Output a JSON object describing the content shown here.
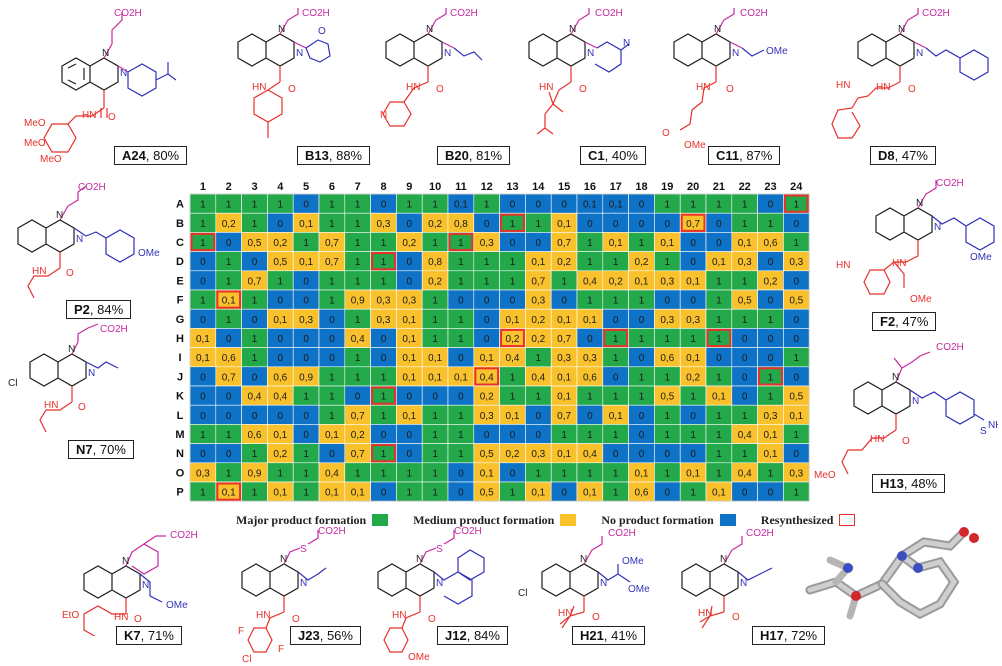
{
  "colors": {
    "major": "#23a84a",
    "medium": "#f9c12c",
    "none": "#0e72c6",
    "resynth": "#e8302a",
    "scaffold": "#1f1f1f",
    "acid": "#c52aa0",
    "amine": "#e8302a",
    "isocyanide": "#3131b7"
  },
  "structures": [
    {
      "id": "A24",
      "yield": "80%",
      "acid": "CO2H",
      "amine_group": "MeO",
      "substituent": ""
    },
    {
      "id": "B13",
      "yield": "88%",
      "acid": "CO2H",
      "amine_group": "",
      "substituent": ""
    },
    {
      "id": "B20",
      "yield": "81%",
      "acid": "CO2H",
      "amine_group": "N",
      "substituent": ""
    },
    {
      "id": "C1",
      "yield": "40%",
      "acid": "CO2H",
      "amine_group": "",
      "substituent": "N"
    },
    {
      "id": "C11",
      "yield": "87%",
      "acid": "CO2H",
      "amine_group": "OMe",
      "substituent": "OMe"
    },
    {
      "id": "D8",
      "yield": "47%",
      "acid": "CO2H",
      "amine_group": "HN",
      "substituent": ""
    },
    {
      "id": "P2",
      "yield": "84%",
      "acid": "CO2H",
      "amine_group": "",
      "substituent": "OMe"
    },
    {
      "id": "F2",
      "yield": "47%",
      "acid": "CO2H",
      "amine_group": "OMe",
      "substituent": "OMe"
    },
    {
      "id": "N7",
      "yield": "70%",
      "acid": "CO2H",
      "amine_group": "",
      "substituent": "Cl"
    },
    {
      "id": "H13",
      "yield": "48%",
      "acid": "CO2H",
      "amine_group": "MeO",
      "substituent": "NH"
    },
    {
      "id": "K7",
      "yield": "71%",
      "acid": "CO2H",
      "amine_group": "EtO",
      "substituent": "OMe"
    },
    {
      "id": "J23",
      "yield": "56%",
      "acid": "CO2H",
      "amine_group": "F",
      "substituent": "Cl"
    },
    {
      "id": "J12",
      "yield": "84%",
      "acid": "CO2H",
      "amine_group": "OMe",
      "substituent": ""
    },
    {
      "id": "H21",
      "yield": "41%",
      "acid": "CO2H",
      "amine_group": "OMe",
      "substituent": "Cl"
    },
    {
      "id": "H17",
      "yield": "72%",
      "acid": "CO2H",
      "amine_group": "",
      "substituent": ""
    }
  ],
  "atom_labels": {
    "N": "N",
    "HN": "HN",
    "H": "H",
    "O": "O",
    "S": "S",
    "NH": "NH",
    "O_S_O": "S"
  },
  "chart_data": {
    "type": "heatmap",
    "columns": [
      "1",
      "2",
      "3",
      "4",
      "5",
      "6",
      "7",
      "8",
      "9",
      "10",
      "11",
      "12",
      "13",
      "14",
      "15",
      "16",
      "17",
      "18",
      "19",
      "20",
      "21",
      "22",
      "23",
      "24"
    ],
    "rows": [
      "A",
      "B",
      "C",
      "D",
      "E",
      "F",
      "G",
      "H",
      "I",
      "J",
      "K",
      "L",
      "M",
      "N",
      "O",
      "P"
    ],
    "values": [
      [
        "1",
        "1",
        "1",
        "1",
        "0",
        "1",
        "1",
        "0",
        "1",
        "1",
        "0,1",
        "1",
        "0",
        "0",
        "0",
        "0,1",
        "0,1",
        "0",
        "1",
        "1",
        "1",
        "1",
        "0",
        "1"
      ],
      [
        "1",
        "0,2",
        "1",
        "0",
        "0,1",
        "1",
        "1",
        "0,3",
        "0",
        "0,2",
        "0,8",
        "0",
        "1",
        "1",
        "0,1",
        "0",
        "0",
        "0",
        "0",
        "0,7",
        "0",
        "1",
        "1",
        "0"
      ],
      [
        "1",
        "0",
        "0,5",
        "0,2",
        "1",
        "0,7",
        "1",
        "1",
        "0,2",
        "1",
        "1",
        "0,3",
        "0",
        "0",
        "0,7",
        "1",
        "0,1",
        "1",
        "0,1",
        "0",
        "0",
        "0,1",
        "0,6",
        "1"
      ],
      [
        "0",
        "1",
        "0",
        "0,5",
        "0,1",
        "0,7",
        "1",
        "1",
        "0",
        "0,8",
        "1",
        "1",
        "1",
        "0,1",
        "0,2",
        "1",
        "1",
        "0,2",
        "1",
        "0",
        "0,1",
        "0,3",
        "0",
        "0,3"
      ],
      [
        "0",
        "1",
        "0,7",
        "1",
        "0",
        "1",
        "1",
        "1",
        "0",
        "0,2",
        "1",
        "1",
        "1",
        "0,7",
        "1",
        "0,4",
        "0,2",
        "0,1",
        "0,3",
        "0,1",
        "1",
        "1",
        "0,2",
        "0"
      ],
      [
        "1",
        "0,1",
        "1",
        "0",
        "0",
        "1",
        "0,9",
        "0,3",
        "0,3",
        "1",
        "0",
        "0",
        "0",
        "0,3",
        "0",
        "1",
        "1",
        "1",
        "0",
        "0",
        "1",
        "0,5",
        "0",
        "0,5"
      ],
      [
        "0",
        "1",
        "0",
        "0,1",
        "0,3",
        "0",
        "1",
        "0,3",
        "0,1",
        "1",
        "1",
        "0",
        "0,1",
        "0,2",
        "0,1",
        "0,1",
        "0",
        "0",
        "0,3",
        "0,3",
        "1",
        "1",
        "1",
        "0"
      ],
      [
        "0,1",
        "0",
        "1",
        "0",
        "0",
        "0",
        "0,4",
        "0",
        "0,1",
        "1",
        "1",
        "0",
        "0,2",
        "0,2",
        "0,7",
        "0",
        "1",
        "1",
        "1",
        "1",
        "1",
        "0",
        "0",
        "0"
      ],
      [
        "0,1",
        "0,6",
        "1",
        "0",
        "0",
        "0",
        "1",
        "0",
        "0,1",
        "0,1",
        "0",
        "0,1",
        "0,4",
        "1",
        "0,3",
        "0,3",
        "1",
        "0",
        "0,6",
        "0,1",
        "0",
        "0",
        "0",
        "1"
      ],
      [
        "0",
        "0,7",
        "0",
        "0,6",
        "0,9",
        "1",
        "1",
        "1",
        "0,1",
        "0,1",
        "0,1",
        "0,4",
        "1",
        "0,4",
        "0,1",
        "0,6",
        "0",
        "1",
        "1",
        "0,2",
        "1",
        "0",
        "1",
        "0"
      ],
      [
        "0",
        "0",
        "0,4",
        "0,4",
        "1",
        "1",
        "0",
        "1",
        "0",
        "0",
        "0",
        "0,2",
        "1",
        "1",
        "0,1",
        "1",
        "1",
        "1",
        "0,5",
        "1",
        "0,1",
        "0",
        "1",
        "0,5"
      ],
      [
        "0",
        "0",
        "0",
        "0",
        "0",
        "1",
        "0,7",
        "1",
        "0,1",
        "1",
        "1",
        "0,3",
        "0,1",
        "0",
        "0,7",
        "0",
        "0,1",
        "0",
        "1",
        "0",
        "1",
        "1",
        "0,3",
        "0,1"
      ],
      [
        "1",
        "1",
        "0,6",
        "0,1",
        "0",
        "0,1",
        "0,2",
        "0",
        "0",
        "1",
        "1",
        "0",
        "0",
        "0",
        "1",
        "1",
        "1",
        "0",
        "1",
        "1",
        "1",
        "0,4",
        "0,1",
        "1"
      ],
      [
        "0",
        "0",
        "1",
        "0,2",
        "1",
        "0",
        "0,7",
        "1",
        "0",
        "1",
        "1",
        "0,5",
        "0,2",
        "0,3",
        "0,1",
        "0,4",
        "0",
        "0",
        "0",
        "0",
        "1",
        "1",
        "0,1",
        "0"
      ],
      [
        "0,3",
        "1",
        "0,9",
        "1",
        "1",
        "0,4",
        "1",
        "1",
        "1",
        "1",
        "0",
        "0,1",
        "0",
        "1",
        "1",
        "1",
        "1",
        "0,1",
        "1",
        "0,1",
        "1",
        "0,4",
        "1",
        "0,3"
      ],
      [
        "1",
        "0,1",
        "1",
        "0,1",
        "1",
        "0,1",
        "0,1",
        "0",
        "1",
        "1",
        "0",
        "0,5",
        "1",
        "0,1",
        "0",
        "0,1",
        "1",
        "0,6",
        "0",
        "1",
        "0,1",
        "0",
        "0",
        "1"
      ]
    ],
    "categories": [
      [
        "M",
        "M",
        "M",
        "M",
        "N",
        "M",
        "M",
        "N",
        "M",
        "M",
        "N",
        "M",
        "N",
        "N",
        "N",
        "N",
        "N",
        "N",
        "M",
        "M",
        "M",
        "M",
        "N",
        "M"
      ],
      [
        "M",
        "O",
        "M",
        "N",
        "O",
        "M",
        "M",
        "O",
        "N",
        "O",
        "O",
        "N",
        "M",
        "M",
        "O",
        "N",
        "N",
        "N",
        "N",
        "O",
        "N",
        "M",
        "M",
        "N"
      ],
      [
        "M",
        "N",
        "O",
        "O",
        "M",
        "O",
        "M",
        "M",
        "O",
        "M",
        "M",
        "O",
        "N",
        "N",
        "O",
        "M",
        "O",
        "M",
        "O",
        "N",
        "N",
        "O",
        "O",
        "M"
      ],
      [
        "N",
        "M",
        "N",
        "O",
        "O",
        "O",
        "M",
        "M",
        "N",
        "O",
        "M",
        "M",
        "M",
        "O",
        "O",
        "M",
        "M",
        "O",
        "M",
        "N",
        "O",
        "O",
        "N",
        "O"
      ],
      [
        "N",
        "M",
        "O",
        "M",
        "N",
        "M",
        "M",
        "M",
        "N",
        "O",
        "M",
        "M",
        "M",
        "O",
        "M",
        "O",
        "O",
        "O",
        "O",
        "O",
        "M",
        "M",
        "O",
        "N"
      ],
      [
        "M",
        "O",
        "M",
        "N",
        "N",
        "M",
        "O",
        "O",
        "O",
        "M",
        "N",
        "N",
        "N",
        "O",
        "N",
        "M",
        "M",
        "M",
        "N",
        "N",
        "M",
        "O",
        "N",
        "O"
      ],
      [
        "N",
        "M",
        "N",
        "O",
        "O",
        "N",
        "M",
        "O",
        "O",
        "M",
        "M",
        "N",
        "O",
        "O",
        "O",
        "O",
        "N",
        "N",
        "O",
        "O",
        "M",
        "M",
        "M",
        "N"
      ],
      [
        "O",
        "N",
        "M",
        "N",
        "N",
        "N",
        "O",
        "N",
        "O",
        "M",
        "M",
        "N",
        "O",
        "O",
        "O",
        "N",
        "M",
        "M",
        "M",
        "M",
        "M",
        "N",
        "N",
        "N"
      ],
      [
        "O",
        "O",
        "M",
        "N",
        "N",
        "N",
        "M",
        "N",
        "O",
        "O",
        "N",
        "O",
        "O",
        "M",
        "O",
        "O",
        "M",
        "N",
        "O",
        "O",
        "N",
        "N",
        "N",
        "M"
      ],
      [
        "N",
        "O",
        "N",
        "O",
        "O",
        "M",
        "M",
        "M",
        "O",
        "O",
        "O",
        "O",
        "M",
        "O",
        "O",
        "O",
        "N",
        "M",
        "M",
        "O",
        "M",
        "N",
        "M",
        "N"
      ],
      [
        "N",
        "N",
        "O",
        "O",
        "M",
        "M",
        "N",
        "M",
        "N",
        "N",
        "N",
        "O",
        "M",
        "M",
        "O",
        "M",
        "M",
        "M",
        "O",
        "M",
        "O",
        "N",
        "M",
        "O"
      ],
      [
        "N",
        "N",
        "N",
        "N",
        "N",
        "M",
        "O",
        "M",
        "O",
        "M",
        "M",
        "O",
        "O",
        "N",
        "O",
        "N",
        "O",
        "N",
        "M",
        "N",
        "M",
        "M",
        "O",
        "O"
      ],
      [
        "M",
        "M",
        "O",
        "O",
        "N",
        "O",
        "O",
        "N",
        "N",
        "M",
        "M",
        "N",
        "N",
        "N",
        "M",
        "M",
        "M",
        "N",
        "M",
        "M",
        "M",
        "O",
        "O",
        "M"
      ],
      [
        "N",
        "N",
        "M",
        "O",
        "M",
        "N",
        "O",
        "M",
        "N",
        "M",
        "M",
        "O",
        "O",
        "O",
        "O",
        "O",
        "N",
        "N",
        "N",
        "N",
        "M",
        "M",
        "O",
        "N"
      ],
      [
        "O",
        "M",
        "O",
        "M",
        "M",
        "O",
        "M",
        "M",
        "M",
        "M",
        "N",
        "O",
        "N",
        "M",
        "M",
        "M",
        "M",
        "O",
        "M",
        "O",
        "M",
        "O",
        "M",
        "O"
      ],
      [
        "M",
        "O",
        "M",
        "O",
        "M",
        "O",
        "O",
        "N",
        "M",
        "M",
        "N",
        "O",
        "M",
        "O",
        "N",
        "O",
        "M",
        "O",
        "N",
        "M",
        "O",
        "N",
        "N",
        "M"
      ]
    ],
    "resynthesized": [
      [
        0,
        23
      ],
      [
        1,
        12
      ],
      [
        1,
        19
      ],
      [
        2,
        0
      ],
      [
        2,
        10
      ],
      [
        3,
        7
      ],
      [
        5,
        1
      ],
      [
        7,
        12
      ],
      [
        7,
        16
      ],
      [
        7,
        20
      ],
      [
        9,
        11
      ],
      [
        9,
        22
      ],
      [
        10,
        7
      ],
      [
        13,
        7
      ],
      [
        15,
        1
      ]
    ],
    "legend": [
      {
        "label": "Major product formation",
        "key": "major"
      },
      {
        "label": "Medium product formation",
        "key": "medium"
      },
      {
        "label": "No product formation",
        "key": "none"
      },
      {
        "label": "Resynthesized",
        "key": "resynth"
      }
    ]
  }
}
